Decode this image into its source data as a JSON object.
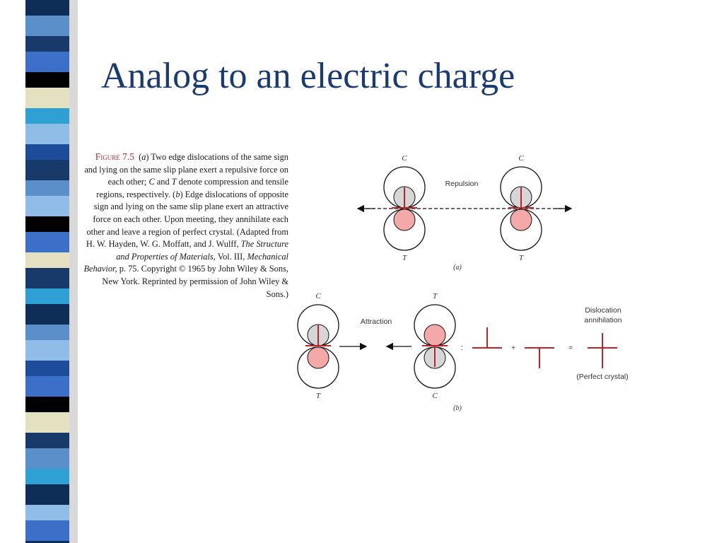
{
  "slide": {
    "title": "Analog to an electric charge"
  },
  "caption": {
    "figure_label": "Figure 7.5",
    "text_parts": [
      {
        "t": "(",
        "i": false
      },
      {
        "t": "a",
        "i": true
      },
      {
        "t": ") Two edge dislocations of the same sign and lying on the same slip plane exert a repulsive force on each other; ",
        "i": false
      },
      {
        "t": "C",
        "i": true
      },
      {
        "t": " and ",
        "i": false
      },
      {
        "t": "T",
        "i": true
      },
      {
        "t": " denote compression and tensile regions, respectively. (",
        "i": false
      },
      {
        "t": "b",
        "i": true
      },
      {
        "t": ") Edge dislocations of opposite sign and lying on the same slip plane exert an attractive force on each other. Upon meeting, they annihilate each other and leave a region of perfect crystal. (Adapted from H. W. Hayden, W. G. Moffatt, and J. Wulff, ",
        "i": false
      },
      {
        "t": "The Structure and Properties of Materials,",
        "i": true
      },
      {
        "t": " Vol. III, ",
        "i": false
      },
      {
        "t": "Mechanical Behavior,",
        "i": true
      },
      {
        "t": " p. 75. Copyright © 1965 by John Wiley & Sons, New York. Reprinted by permission of John Wiley & Sons.)",
        "i": false
      }
    ]
  },
  "diagram": {
    "compression_label": "C",
    "tension_label": "T",
    "repulsion_label": "Repulsion",
    "attraction_label": "Attraction",
    "part_a_label": "(a)",
    "part_b_label": "(b)",
    "annihilation_label_line1": "Dislocation",
    "annihilation_label_line2": "annihilation",
    "perfect_crystal_label": "(Perfect crystal)",
    "equals_sign": "=",
    "plus_sign": "+",
    "minus_sign": "="
  },
  "colors": {
    "title": "#1a3a73",
    "dislocation": "#c0242a",
    "tension_fill": "#f4a9a8",
    "compression_fill": "#d6d6d6",
    "figure_label": "#b52a2a"
  }
}
